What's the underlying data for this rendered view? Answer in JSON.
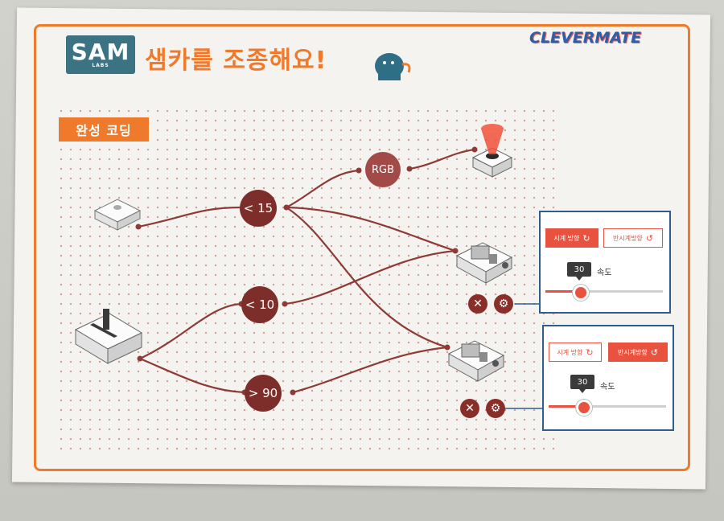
{
  "header": {
    "logo_main": "SAM",
    "logo_sub": "LABS",
    "title": "샘카를 조종해요!",
    "brand": "CLEVERMATE"
  },
  "section": {
    "label": "완성 코딩"
  },
  "nodes": {
    "lt15": "< 15",
    "lt10": "< 10",
    "gt90": "> 90",
    "rgb": "RGB"
  },
  "panels": [
    {
      "cw_label": "시계 방향",
      "ccw_label": "반시계방향",
      "active": "cw",
      "speed_value": "30",
      "speed_label": "속도",
      "speed_fraction": 0.3
    },
    {
      "cw_label": "시계 방향",
      "ccw_label": "반시계방향",
      "active": "ccw",
      "speed_value": "30",
      "speed_label": "속도",
      "speed_fraction": 0.3
    }
  ],
  "icons": {
    "close": "close-icon",
    "settings": "gear-icon",
    "rotate_cw": "rotate-cw-icon",
    "rotate_ccw": "rotate-ccw-icon"
  },
  "colors": {
    "accent": "#f07a2c",
    "node": "#7e2e2a",
    "panel_border": "#2f5d8f",
    "button_red": "#e8523f"
  }
}
